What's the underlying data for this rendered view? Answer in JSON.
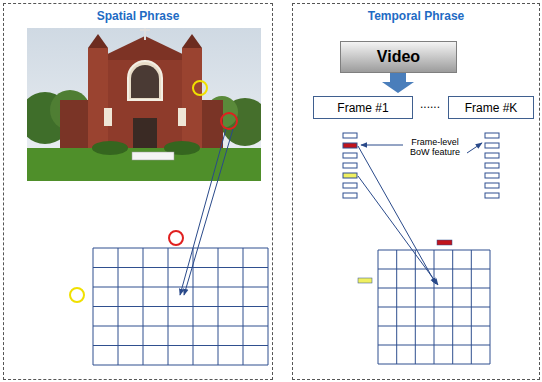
{
  "diagram": {
    "nodes": [
      {
        "text": [
          "Spatial Phrase"
        ]
      },
      {
        "text": [
          "Temporal Phrase"
        ]
      },
      {
        "text": [
          "Video"
        ],
        "in": 1
      },
      {
        "text": [
          "Frame #1"
        ],
        "in": 1
      },
      {
        "text": [
          "Frame #K"
        ],
        "in": 1
      }
    ],
    "labels": [
      "......",
      "Frame-level BoW feature"
    ]
  }
}
